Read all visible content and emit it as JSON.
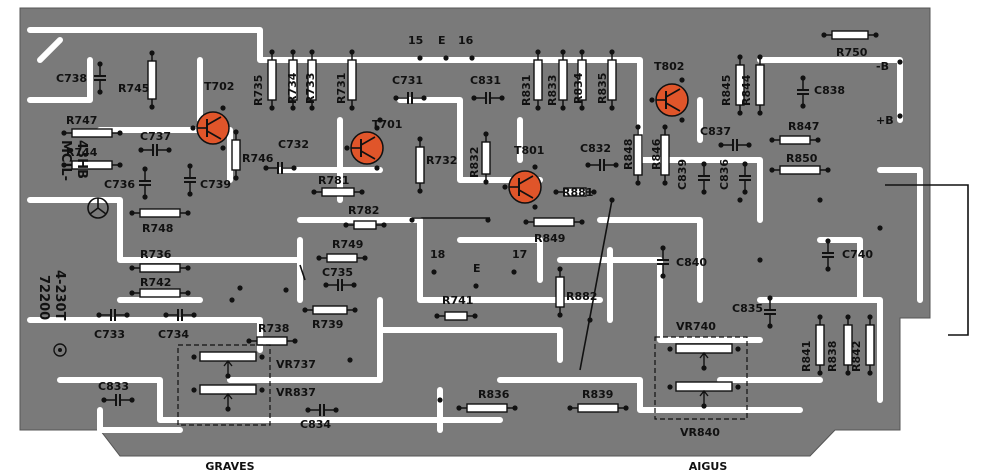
{
  "colors": {
    "board": "#7a7a7a",
    "trace": "#ffffff",
    "transistor": "#e0552a",
    "ink": "#111111"
  },
  "board_text": {
    "maker": "MCIL-\n43HB",
    "part_a": "4-230T",
    "part_b": "72200"
  },
  "edge_labels": [
    "GRAVES",
    "AIGUS"
  ],
  "pads": [
    "15",
    "E",
    "16",
    "18",
    "E",
    "17",
    "-B",
    "+B"
  ],
  "transistors": [
    "T702",
    "T701",
    "T801",
    "T802"
  ],
  "resistors": [
    "R745",
    "R747",
    "R744",
    "R735",
    "R734",
    "R733",
    "R731",
    "R746",
    "R732",
    "R781",
    "R782",
    "R748",
    "R736",
    "R742",
    "R749",
    "R739",
    "R738",
    "R741",
    "R831",
    "R833",
    "R834",
    "R835",
    "R832",
    "R848",
    "R846",
    "R845",
    "R844",
    "R750",
    "R847",
    "R850",
    "R881",
    "R849",
    "R882",
    "R836",
    "R839",
    "R841",
    "R838",
    "R842"
  ],
  "capacitors": [
    "C738",
    "C737",
    "C736",
    "C739",
    "C732",
    "C731",
    "C831",
    "C832",
    "C837",
    "C839",
    "C836",
    "C838",
    "C735",
    "C733",
    "C734",
    "C840",
    "C740",
    "C835",
    "C833",
    "C834"
  ],
  "trimmers": [
    "VR737",
    "VR837",
    "VR740",
    "VR840"
  ]
}
